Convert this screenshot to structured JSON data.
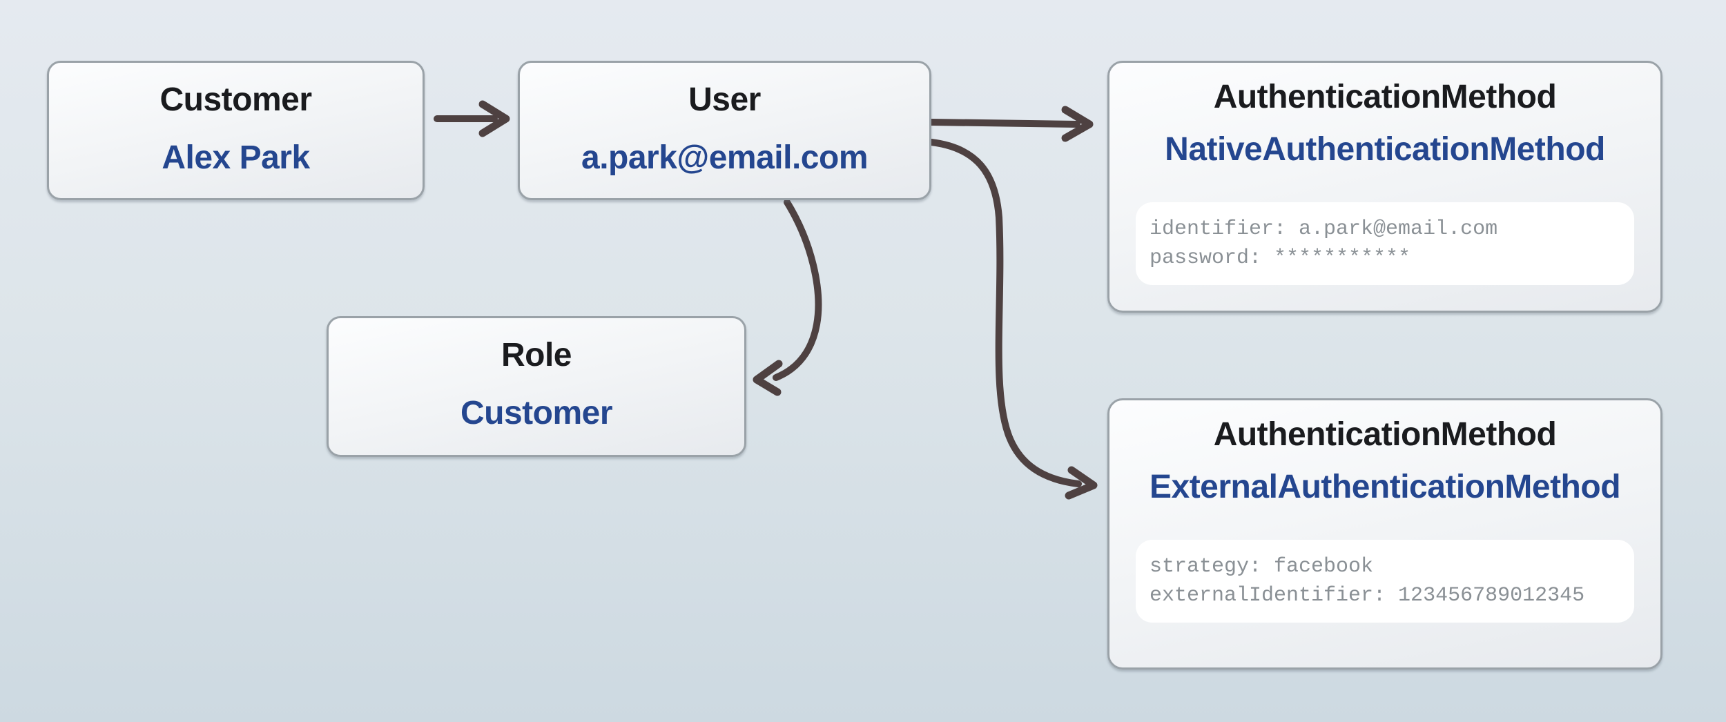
{
  "diagram": {
    "description": "Entity relationship diagram of a user account with roles and authentication methods",
    "nodes": {
      "customer": {
        "type": "Customer",
        "value": "Alex Park"
      },
      "user": {
        "type": "User",
        "value": "a.park@email.com"
      },
      "role": {
        "type": "Role",
        "value": "Customer"
      },
      "native_auth": {
        "type": "AuthenticationMethod",
        "value": "NativeAuthenticationMethod",
        "attributes": [
          "identifier: a.park@email.com",
          "password: ***********"
        ]
      },
      "external_auth": {
        "type": "AuthenticationMethod",
        "value": "ExternalAuthenticationMethod",
        "attributes": [
          "strategy: facebook",
          "externalIdentifier: 123456789012345"
        ]
      }
    },
    "edges": [
      {
        "from": "customer",
        "to": "user"
      },
      {
        "from": "user",
        "to": "native_auth"
      },
      {
        "from": "user",
        "to": "role"
      },
      {
        "from": "user",
        "to": "external_auth"
      }
    ],
    "colors": {
      "background_top": "#e5eaf0",
      "background_bottom": "#cdd9e1",
      "node_fill_top": "#fcfdfe",
      "node_fill_bottom": "#e7eaee",
      "node_border": "#9aa2a8",
      "title_text": "#1a1b1e",
      "value_text": "#24468f",
      "attribute_text": "#8a9095",
      "attribute_panel": "#ffffff",
      "arrow": "#4e4141"
    }
  }
}
